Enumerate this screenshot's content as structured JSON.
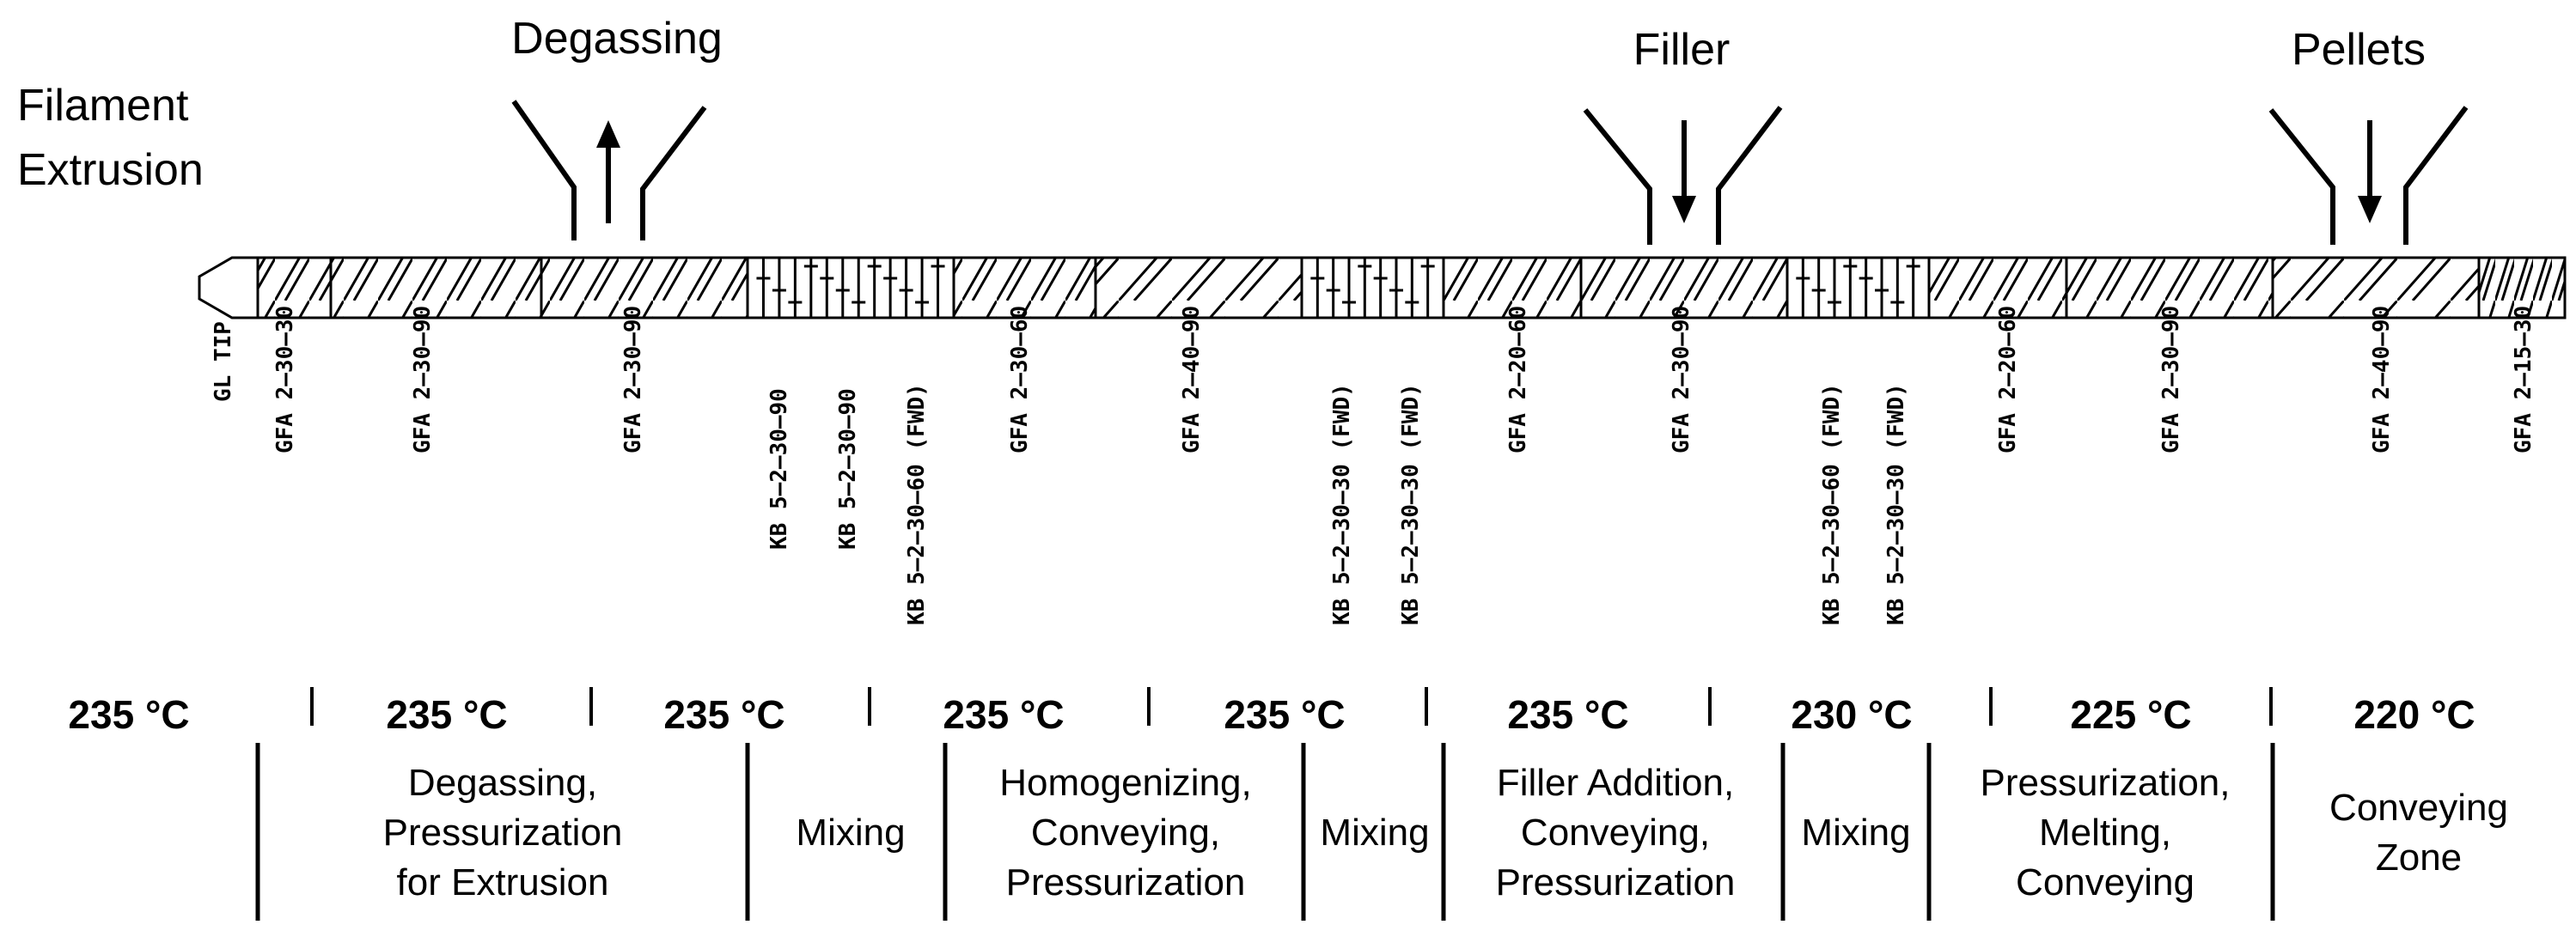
{
  "labels": {
    "title": "Filament Extrusion",
    "title_line1": "Filament",
    "title_line2": "Extrusion",
    "degassing": "Degassing",
    "filler": "Filler",
    "pellets": "Pellets"
  },
  "elements": [
    "GL TIP",
    "GFA 2–30–30",
    "GFA 2–30–90",
    "GFA 2–30–90",
    "KB 5–2–30–90",
    "KB 5–2–30–90",
    "KB 5–2–30–60 (FWD)",
    "GFA 2–30–60",
    "GFA 2–40–90",
    "KB 5–2–30–30 (FWD)",
    "KB 5–2–30–30 (FWD)",
    "GFA 2–20–60",
    "GFA 2–30–90",
    "KB 5–2–30–60 (FWD)",
    "KB 5–2–30–30 (FWD)",
    "GFA 2–20–60",
    "GFA 2–30–90",
    "GFA 2–40–90",
    "GFA 2–15–30"
  ],
  "temperatures": [
    "235 °C",
    "235 °C",
    "235 °C",
    "235 °C",
    "235 °C",
    "235 °C",
    "230 °C",
    "225 °C",
    "220 °C"
  ],
  "zones": [
    [
      "Degassing,",
      "Pressurization",
      "for Extrusion"
    ],
    [
      "Mixing"
    ],
    [
      "Homogenizing,",
      "Conveying,",
      "Pressurization"
    ],
    [
      "Mixing"
    ],
    [
      "Filler Addition,",
      "Conveying,",
      "Pressurization"
    ],
    [
      "Mixing"
    ],
    [
      "Pressurization,",
      "Melting,",
      "Conveying"
    ],
    [
      "Conveying",
      "Zone"
    ]
  ]
}
